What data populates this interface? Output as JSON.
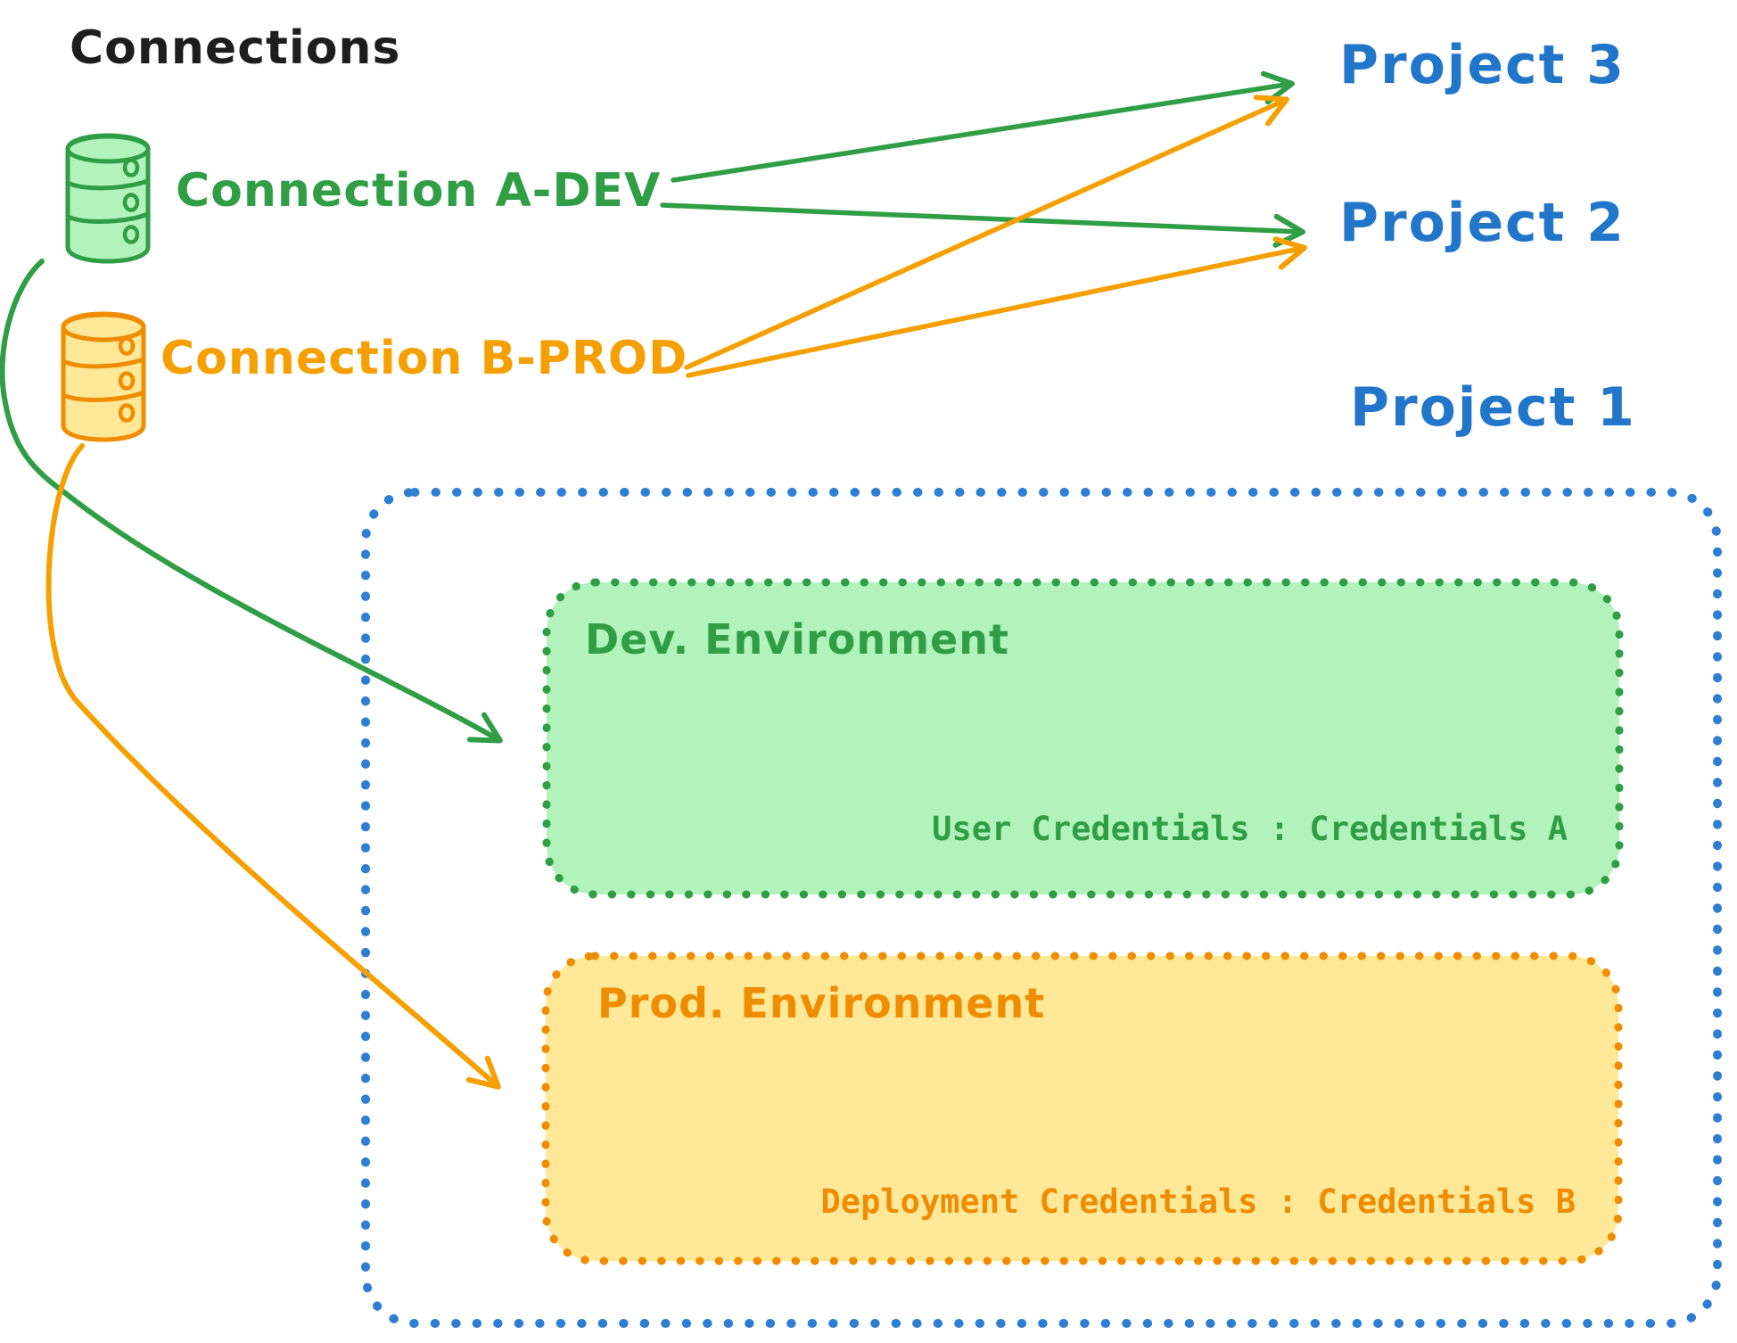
{
  "title": "Connections",
  "connections": [
    {
      "name": "Connection A-DEV",
      "type": "database-icon",
      "color": "#2f9e44"
    },
    {
      "name": "Connection B-PROD",
      "type": "database-icon",
      "color": "#f59f00"
    }
  ],
  "projects": [
    {
      "name": "Project 3"
    },
    {
      "name": "Project 2"
    },
    {
      "name": "Project 1"
    }
  ],
  "environments": {
    "dev": {
      "title": "Dev. Environment",
      "credentials": "User Credentials : Credentials A"
    },
    "prod": {
      "title": "Prod. Environment",
      "credentials": "Deployment Credentials : Credentials B"
    }
  },
  "arrows": [
    {
      "from": "Connection A-DEV",
      "to": "Project 3",
      "color": "#2f9e44"
    },
    {
      "from": "Connection A-DEV",
      "to": "Project 2",
      "color": "#2f9e44"
    },
    {
      "from": "Connection B-PROD",
      "to": "Project 3",
      "color": "#f59f00"
    },
    {
      "from": "Connection B-PROD",
      "to": "Project 2",
      "color": "#f59f00"
    },
    {
      "from": "Connection A-DEV",
      "to": "Dev. Environment",
      "color": "#2f9e44"
    },
    {
      "from": "Connection B-PROD",
      "to": "Prod. Environment",
      "color": "#f59f00"
    }
  ],
  "colors": {
    "background": "#ffffff",
    "title_text": "#1e1e1e",
    "green_stroke": "#2f9e44",
    "green_fill": "#b2f2bb",
    "orange_stroke": "#f08c00",
    "orange_text": "#f59f00",
    "orange_fill": "#ffe999",
    "blue_border": "#2e7ed3",
    "blue_text": "#2176c9"
  }
}
